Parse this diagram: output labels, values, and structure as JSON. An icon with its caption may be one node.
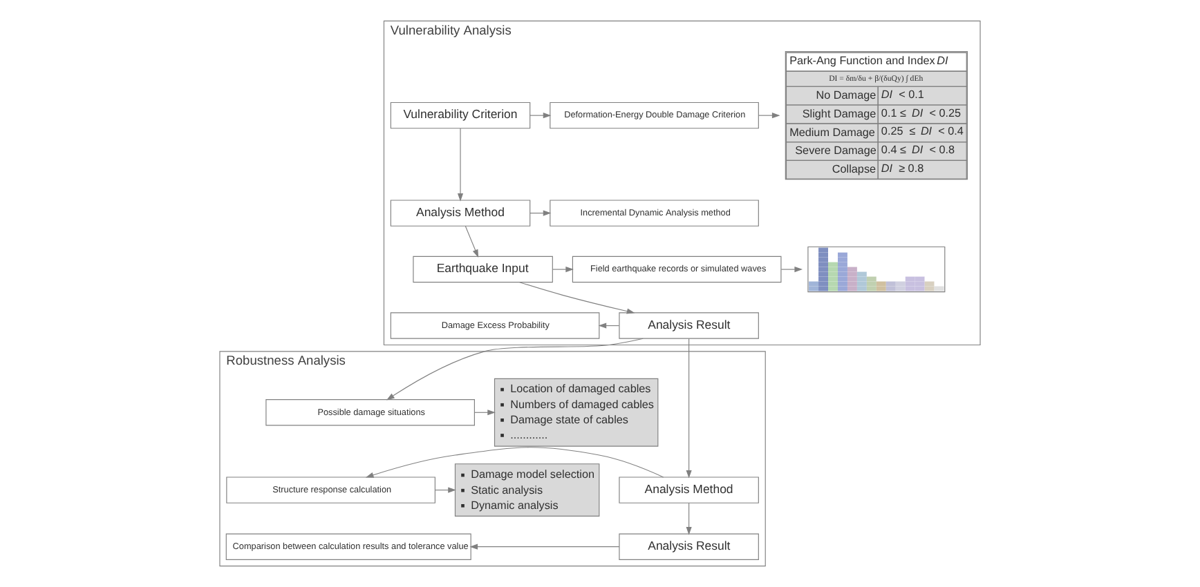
{
  "diagram": {
    "nodes": [
      {
        "text": [
          "Vulnerability Analysis"
        ]
      },
      {
        "text": [
          "Vulnerability Criterion"
        ],
        "in": 0
      },
      {
        "text": [
          "Deformation-Energy Double Damage Criterion"
        ],
        "in": 0
      },
      {
        "text": [
          "Park-Ang Function and Index *DI*",
          "DI = δm/δu + β/(δuQy) ∫ dEh",
          "No Damage",
          "*DI* < 0.1",
          "Slight Damage",
          "0.1 ≤ *DI* < 0.25",
          "Medium Damage",
          "0.25  ≤ *DI* < 0.4",
          "Severe Damage",
          "0.4 ≤ *DI* < 0.8",
          "Collapse",
          "*DI* ≥ 0.8"
        ],
        "in": 0
      },
      {
        "text": [
          "Analysis Method"
        ],
        "in": 0
      },
      {
        "text": [
          "Incremental Dynamic Analysis method"
        ],
        "in": 0
      },
      {
        "text": [
          "Earthquake Input"
        ],
        "in": 0
      },
      {
        "text": [
          "Field earthquake records or simulated waves"
        ],
        "in": 0
      },
      {
        "text": [],
        "shape": "picture",
        "in": 0
      },
      {
        "text": [
          "Analysis Result"
        ],
        "in": 0
      },
      {
        "text": [
          "Damage Excess Probability"
        ],
        "in": 0
      },
      {
        "text": [
          "Robustness Analysis"
        ]
      },
      {
        "text": [
          "Possible damage situations"
        ],
        "in": 11
      },
      {
        "text": [
          "Location of damaged cables",
          "Numbers of damaged cables",
          "Damage state of cables",
          "............"
        ],
        "in": 11
      },
      {
        "text": [
          "Analysis Method"
        ],
        "in": 11
      },
      {
        "text": [
          "Structure response calculation"
        ],
        "in": 11
      },
      {
        "text": [
          "Damage model selection",
          "Static analysis",
          "Dynamic analysis"
        ],
        "in": 11
      },
      {
        "text": [
          "Analysis Result"
        ],
        "in": 11
      },
      {
        "text": [
          "Comparison between calculation results and tolerance value"
        ],
        "in": 11
      }
    ],
    "edges": [
      {
        "from": 1,
        "to": 2,
        "arrow": "to"
      },
      {
        "from": 2,
        "to": 3,
        "arrow": "to"
      },
      {
        "from": 1,
        "to": 4,
        "arrow": "to"
      },
      {
        "from": 4,
        "to": 5,
        "arrow": "to"
      },
      {
        "from": 4,
        "to": 6,
        "arrow": "to"
      },
      {
        "from": 6,
        "to": 7,
        "arrow": "to"
      },
      {
        "from": 7,
        "to": 8,
        "arrow": "to"
      },
      {
        "from": 6,
        "to": 9,
        "arrow": "to"
      },
      {
        "from": 9,
        "to": 10,
        "arrow": "to"
      },
      {
        "from": 9,
        "to": 12,
        "arrow": "to"
      },
      {
        "from": 9,
        "to": 14,
        "arrow": "to"
      },
      {
        "from": 12,
        "to": 13,
        "arrow": "to"
      },
      {
        "from": 14,
        "to": 15,
        "arrow": "to"
      },
      {
        "from": 15,
        "to": 16,
        "arrow": "to"
      },
      {
        "from": 14,
        "to": 17,
        "arrow": "to"
      },
      {
        "from": 17,
        "to": 18,
        "arrow": "to"
      }
    ]
  }
}
